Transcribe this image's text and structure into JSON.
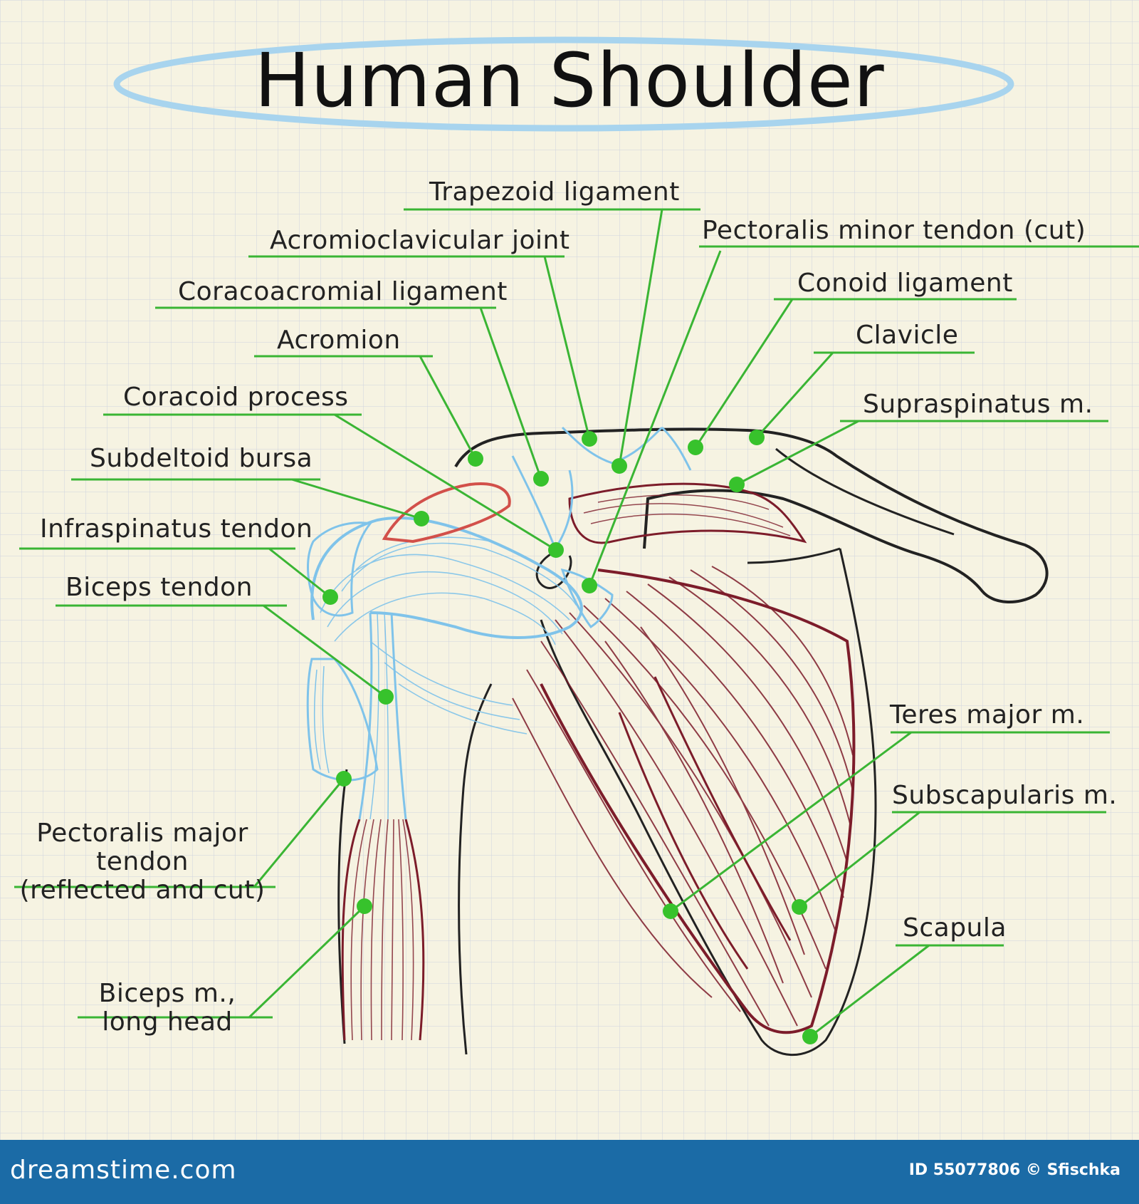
{
  "title": "Human Shoulder",
  "labels": {
    "trapezoid_ligament": "Trapezoid ligament",
    "acromioclavicular_joint": "Acromioclavicular joint",
    "pectoralis_minor_tendon": "Pectoralis minor tendon (cut)",
    "coracoacromial_ligament": "Coracoacromial ligament",
    "conoid_ligament": "Conoid ligament",
    "acromion": "Acromion",
    "clavicle": "Clavicle",
    "coracoid_process": "Coracoid process",
    "supraspinatus": "Supraspinatus m.",
    "subdeltoid_bursa": "Subdeltoid bursa",
    "infraspinatus_tendon": "Infraspinatus tendon",
    "biceps_tendon": "Biceps tendon",
    "teres_major": "Teres major m.",
    "subscapularis": "Subscapularis m.",
    "pectoralis_major_line1": "Pectoralis major",
    "pectoralis_major_line2": "tendon",
    "pectoralis_major_line3": "(reflected and cut)",
    "scapula": "Scapula",
    "biceps_m_line1": "Biceps m.,",
    "biceps_m_line2": "long head"
  },
  "footer": {
    "brand": "dreamstime.com",
    "id_text": "ID 55077806 © Sfischka"
  },
  "colors": {
    "paper": "#f6f3e2",
    "grid": "#cfd3de",
    "title_ellipse": "#a8d4ee",
    "leader_green": "#3ab534",
    "dot_green": "#37c22c",
    "muscle_red": "#7c1c2a",
    "tendon_blue": "#7fc3ea",
    "bursa_red": "#d2504a",
    "outline": "#222222",
    "footer_bg": "#1b6ba6"
  }
}
